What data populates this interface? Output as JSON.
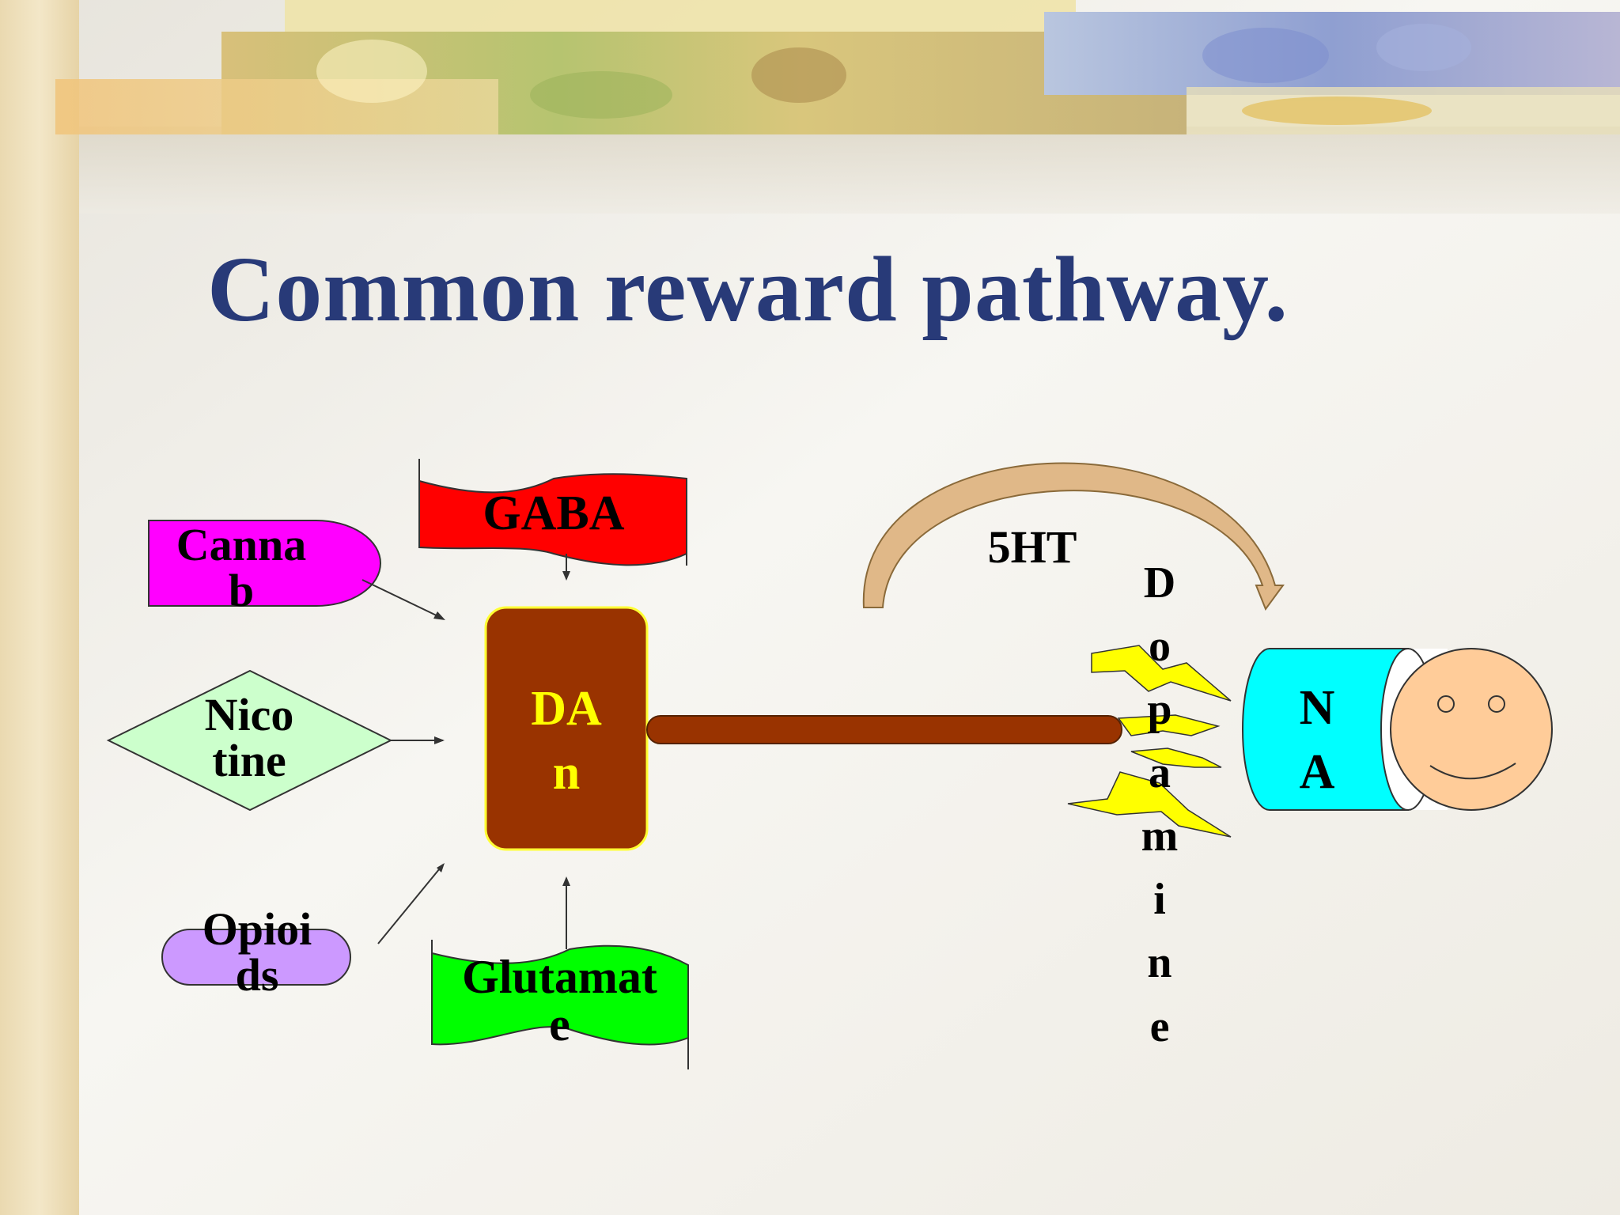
{
  "slide": {
    "title": "Common reward pathway."
  },
  "nodes": {
    "cannab": "Canna\nb",
    "nicotine": "Nico\ntine",
    "opioids": "Opioi\nds",
    "gaba": "GABA",
    "glutamate": "Glutamat\ne",
    "dan": "DA\nn",
    "serotonin": "5HT",
    "dopamine": "D\no\np\na\nm\ni\nn\ne",
    "na": "N\nA"
  },
  "colors": {
    "title": "#283a78",
    "cannab_fill": "#ff00ff",
    "nicotine_fill": "#ccffcc",
    "opioids_fill": "#cc99ff",
    "gaba_fill": "#ff0000",
    "glutamate_fill": "#00ff00",
    "dan_fill": "#993300",
    "dan_text": "#ffff00",
    "axon_fill": "#993300",
    "bolt_fill": "#ffff00",
    "na_fill": "#00ffff",
    "face_fill": "#ffcc99",
    "arc_fill": "#e0b888"
  }
}
